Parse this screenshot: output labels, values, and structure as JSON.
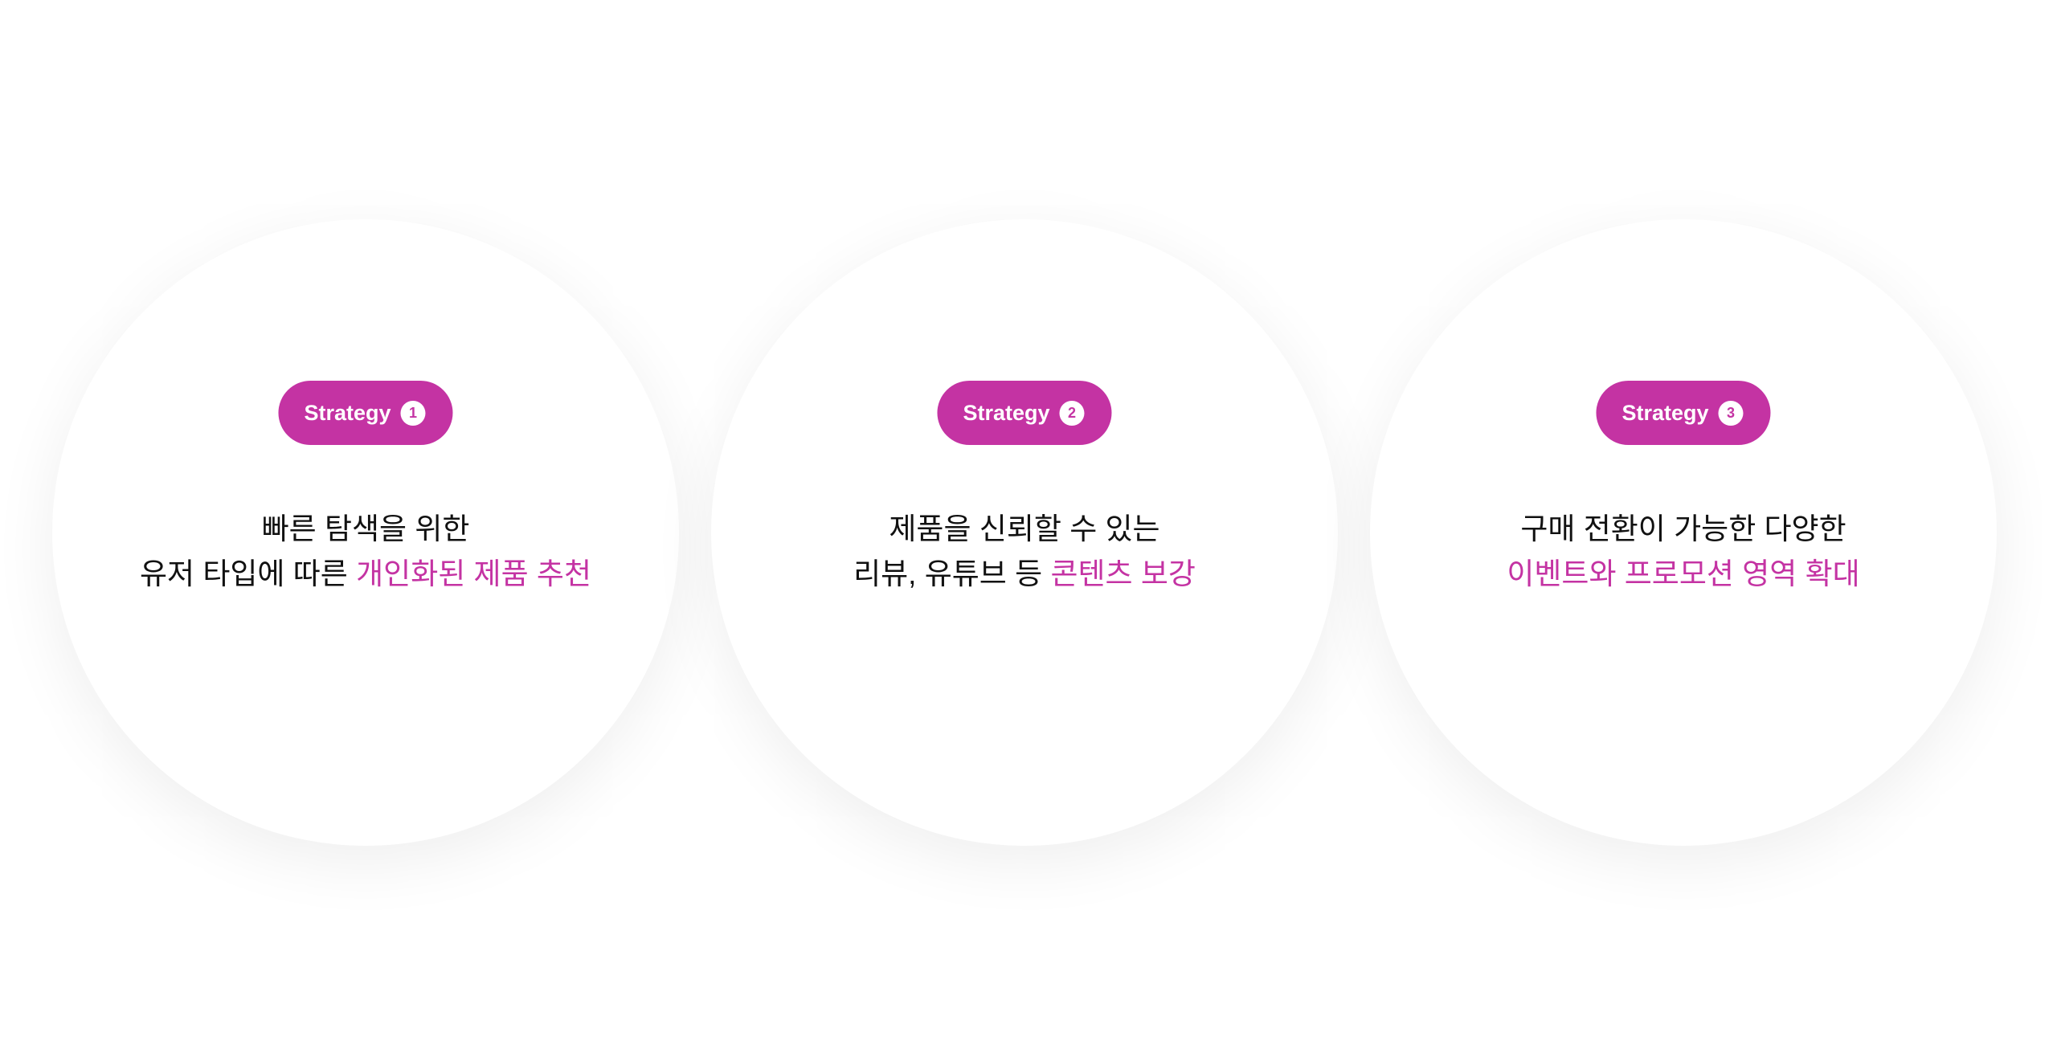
{
  "accent_color": "#C433A3",
  "strategies": [
    {
      "badge_label": "Strategy",
      "number": "1",
      "line1": "빠른 탐색을 위한",
      "line2_plain": "유저 타입에 따른 ",
      "line2_highlight": "개인화된 제품 추천"
    },
    {
      "badge_label": "Strategy",
      "number": "2",
      "line1": "제품을 신뢰할 수 있는",
      "line2_plain": "리뷰, 유튜브 등 ",
      "line2_highlight": "콘텐츠 보강"
    },
    {
      "badge_label": "Strategy",
      "number": "3",
      "line1": "구매 전환이 가능한 다양한",
      "line2_plain": "",
      "line2_highlight": "이벤트와 프로모션 영역 확대"
    }
  ]
}
